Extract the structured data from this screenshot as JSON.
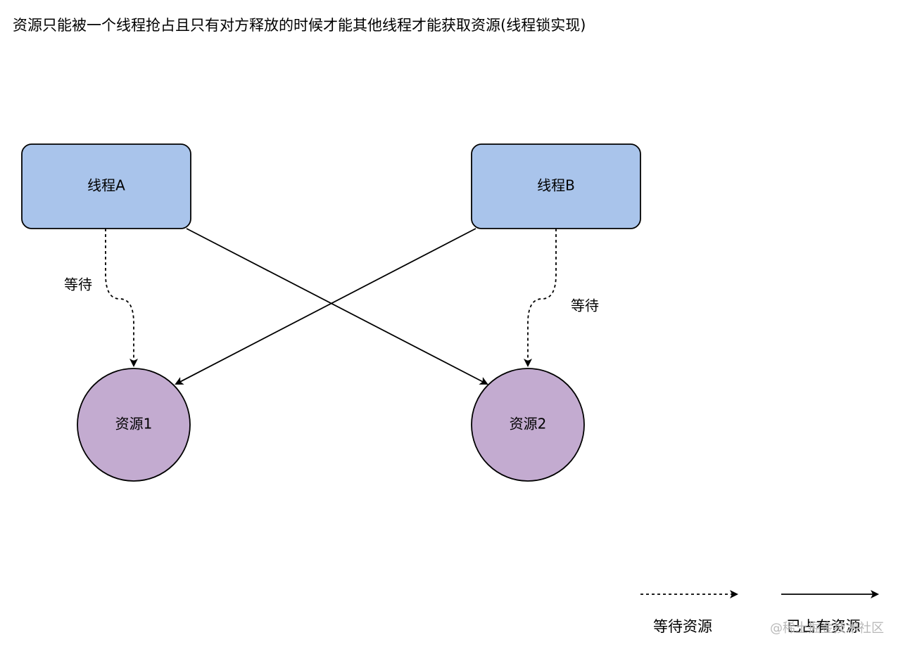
{
  "heading": "资源只能被一个线程抢占且只有对方释放的时候才能其他线程才能获取资源(线程锁实现)",
  "nodes": {
    "thread_a": "线程A",
    "thread_b": "线程B",
    "resource_1": "资源1",
    "resource_2": "资源2"
  },
  "edges": {
    "a_wait_label": "等待",
    "b_wait_label": "等待"
  },
  "legend": {
    "waiting": "等待资源",
    "holding": "已占有资源"
  },
  "watermark": "@稀土掘金技术社区",
  "colors": {
    "thread_fill": "#a9c4eb",
    "resource_fill": "#c3abd0",
    "stroke": "#000000"
  }
}
